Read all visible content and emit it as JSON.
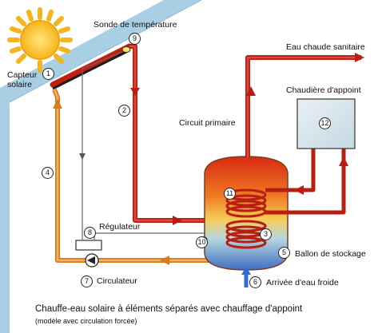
{
  "labels": {
    "sensor": "Sonde de température",
    "collector_l1": "Capteur",
    "collector_l2": "solaire",
    "hot_water": "Eau chaude sanitaire",
    "backup_boiler": "Chaudière d'appoint",
    "primary_circuit": "Circuit primaire",
    "regulator": "Régulateur",
    "circulator": "Circulateur",
    "storage_tank": "Ballon de stockage",
    "cold_water_inlet": "Arrivée d'eau froide"
  },
  "markers": [
    "1",
    "2",
    "3",
    "4",
    "5",
    "6",
    "7",
    "8",
    "9",
    "10",
    "11",
    "12"
  ],
  "caption": {
    "title": "Chauffe-eau solaire à éléments séparés avec chauffage d'appoint",
    "subtitle": "(modèle avec circulation forcée)"
  },
  "colors": {
    "sky": "#a8cfe4",
    "hot_pipe": "#cc2a1c",
    "warm_pipe": "#f0a050",
    "boiler_box": "#d7e6ee",
    "cold_water": "#2a6fd6"
  }
}
